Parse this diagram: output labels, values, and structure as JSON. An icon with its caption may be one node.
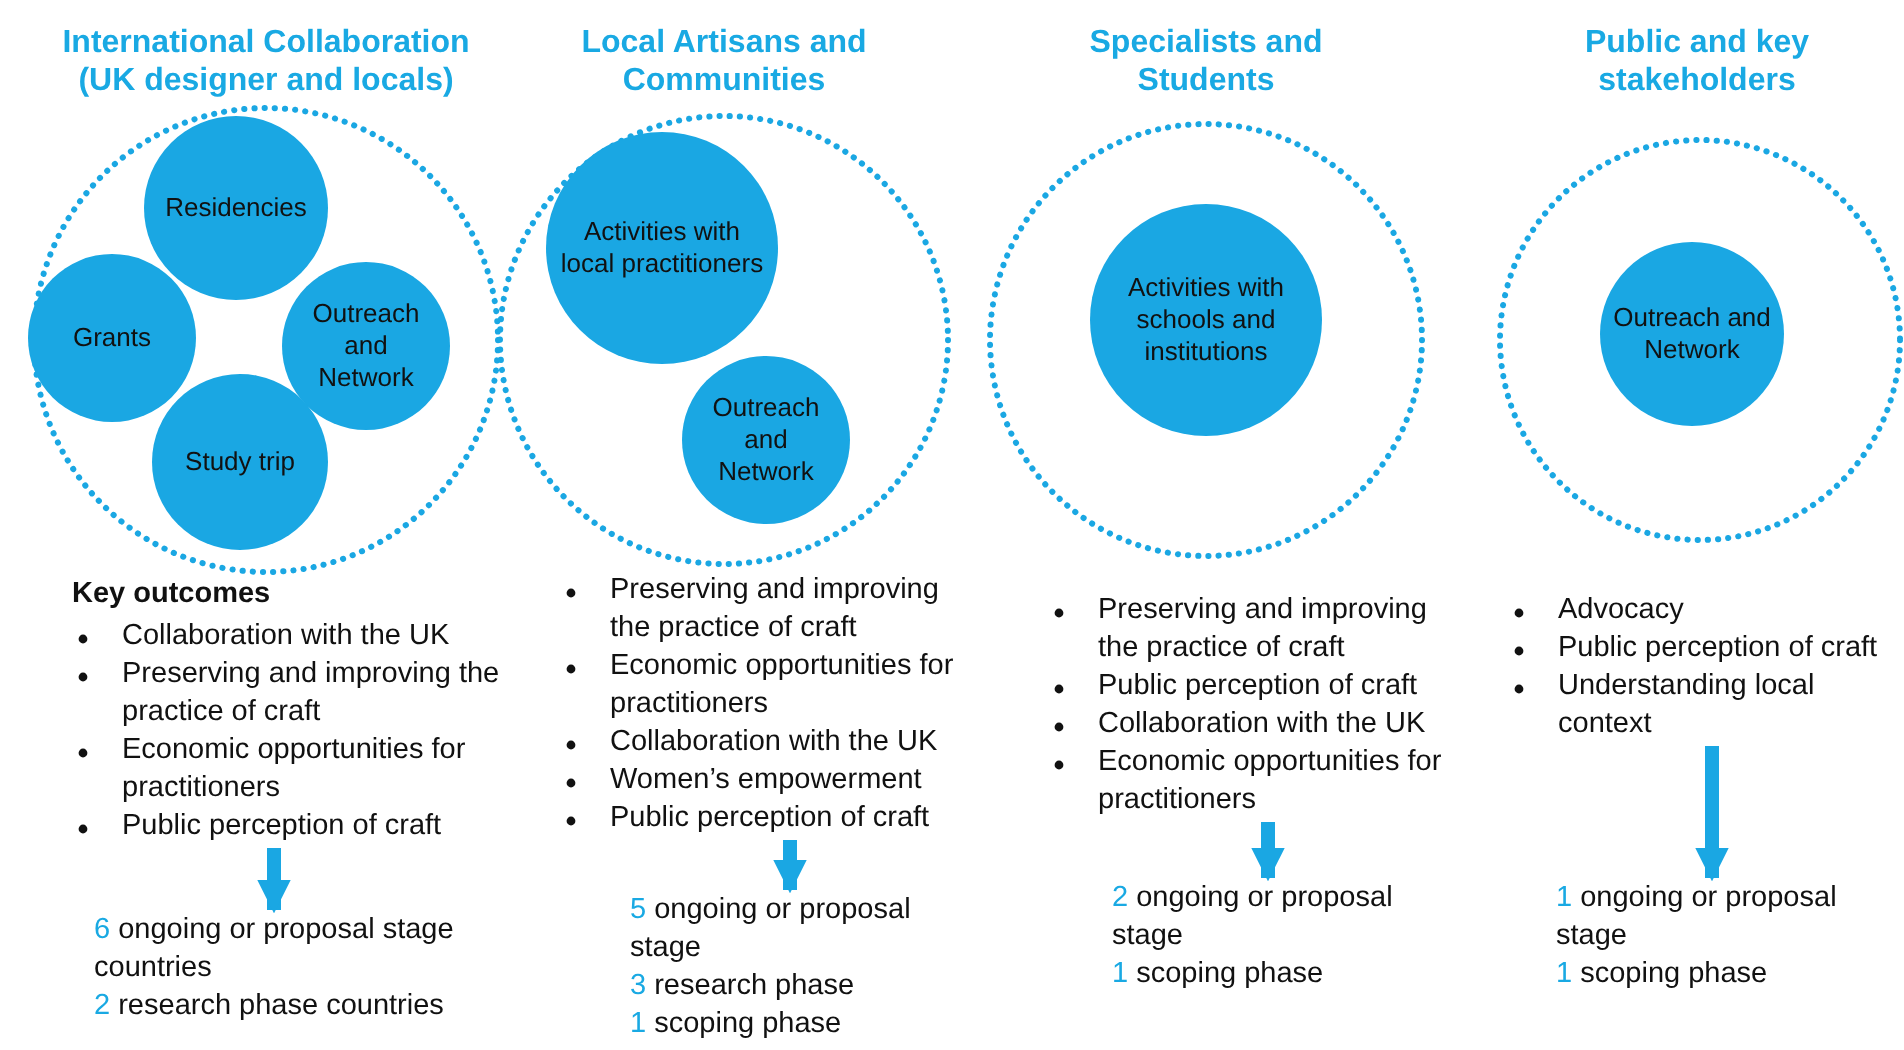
{
  "diagram": {
    "nodes": [
      {
        "text": [
          "International Collaboration (UK designer and locals)"
        ]
      },
      {
        "text": [
          "Residencies"
        ],
        "in": 0
      },
      {
        "text": [
          "Grants"
        ],
        "in": 0
      },
      {
        "text": [
          "Outreach and Network"
        ],
        "in": 0
      },
      {
        "text": [
          "Study trip"
        ],
        "in": 0
      },
      {
        "text": [
          "Local Artisans and Communities"
        ]
      },
      {
        "text": [
          "Activities with local practitioners"
        ],
        "in": 5
      },
      {
        "text": [
          "Outreach and Network"
        ],
        "in": 5
      },
      {
        "text": [
          "Specialists and Students"
        ]
      },
      {
        "text": [
          "Activities with schools and institutions"
        ],
        "in": 8
      },
      {
        "text": [
          "Public and key stakeholders"
        ]
      },
      {
        "text": [
          "Outreach and Network"
        ],
        "in": 10
      },
      {
        "text": [
          "Key outcomes",
          "Collaboration with the UK",
          "Preserving and improving the practice of craft",
          "Economic opportunities for practitioners",
          "Public perception of craft"
        ]
      },
      {
        "text": [
          "6 ongoing or proposal stage countries",
          "2 research phase countries"
        ]
      },
      {
        "text": [
          "Preserving and improving the practice of craft",
          "Economic opportunities for practitioners",
          "Collaboration with the UK",
          "Women’s empowerment",
          "Public perception of craft"
        ]
      },
      {
        "text": [
          "5 ongoing or proposal stage",
          "3 research phase",
          "1 scoping phase"
        ]
      },
      {
        "text": [
          "Preserving and improving the practice of craft",
          "Public perception of craft",
          "Collaboration with the UK",
          "Economic opportunities for practitioners"
        ]
      },
      {
        "text": [
          "2 ongoing or proposal stage",
          "1 scoping phase"
        ]
      },
      {
        "text": [
          "Advocacy",
          "Public perception of craft",
          "Understanding local context"
        ]
      },
      {
        "text": [
          "1 ongoing or proposal stage",
          "1 scoping phase"
        ]
      }
    ],
    "edges": [
      {
        "from": 12,
        "to": 13,
        "arrow": "to"
      },
      {
        "from": 14,
        "to": 15,
        "arrow": "to"
      },
      {
        "from": 16,
        "to": 17,
        "arrow": "to"
      },
      {
        "from": 18,
        "to": 19,
        "arrow": "to"
      }
    ]
  }
}
